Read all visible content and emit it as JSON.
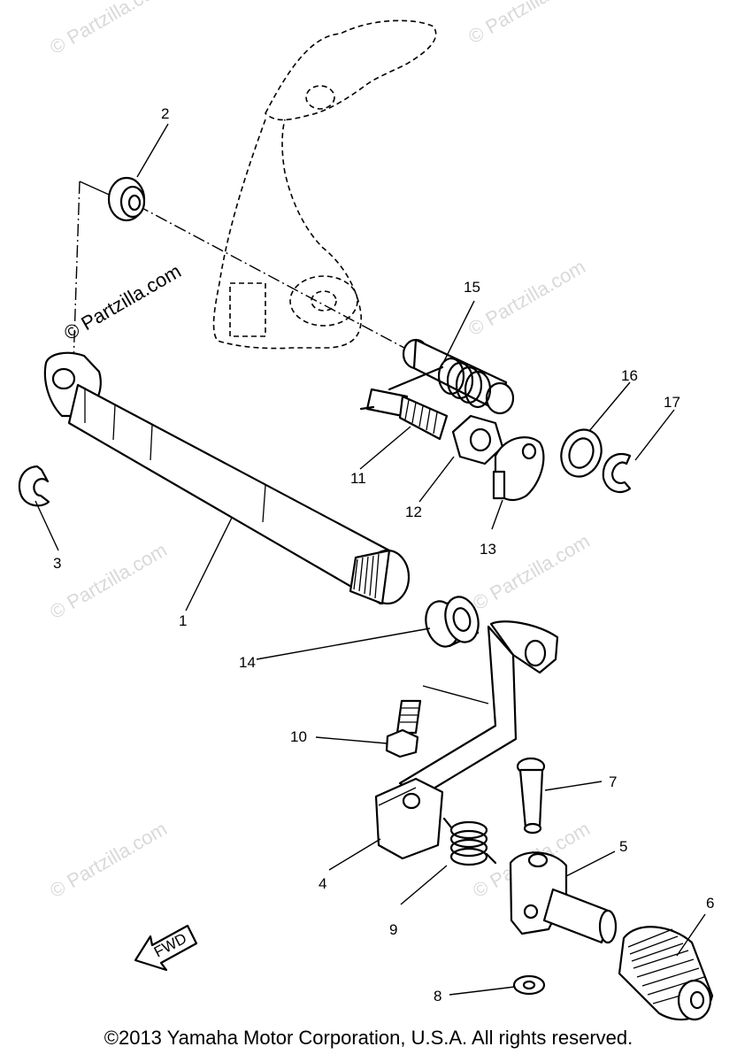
{
  "watermark": "© Partzilla.com",
  "fwd_label": "FWD",
  "copyright": "©2013  Yamaha Motor Corporation, U.S.A. All rights reserved.",
  "callouts": [
    "1",
    "2",
    "3",
    "4",
    "5",
    "6",
    "7",
    "8",
    "9",
    "10",
    "11",
    "12",
    "13",
    "14",
    "15",
    "16",
    "17"
  ],
  "parts": [
    {
      "ref": "1",
      "depiction": "shift-shaft"
    },
    {
      "ref": "2",
      "depiction": "oil-seal"
    },
    {
      "ref": "3",
      "depiction": "circlip"
    },
    {
      "ref": "4",
      "depiction": "shift-pedal-clamp"
    },
    {
      "ref": "5",
      "depiction": "pedal-arm-pivot"
    },
    {
      "ref": "6",
      "depiction": "pedal-rubber"
    },
    {
      "ref": "7",
      "depiction": "pin"
    },
    {
      "ref": "8",
      "depiction": "washer"
    },
    {
      "ref": "9",
      "depiction": "torsion-spring"
    },
    {
      "ref": "10",
      "depiction": "bolt"
    },
    {
      "ref": "11",
      "depiction": "stopper-bolt"
    },
    {
      "ref": "12",
      "depiction": "nut"
    },
    {
      "ref": "13",
      "depiction": "lock-washer"
    },
    {
      "ref": "14",
      "depiction": "collar"
    },
    {
      "ref": "15",
      "depiction": "return-spring"
    },
    {
      "ref": "16",
      "depiction": "plain-washer"
    },
    {
      "ref": "17",
      "depiction": "circlip"
    }
  ]
}
